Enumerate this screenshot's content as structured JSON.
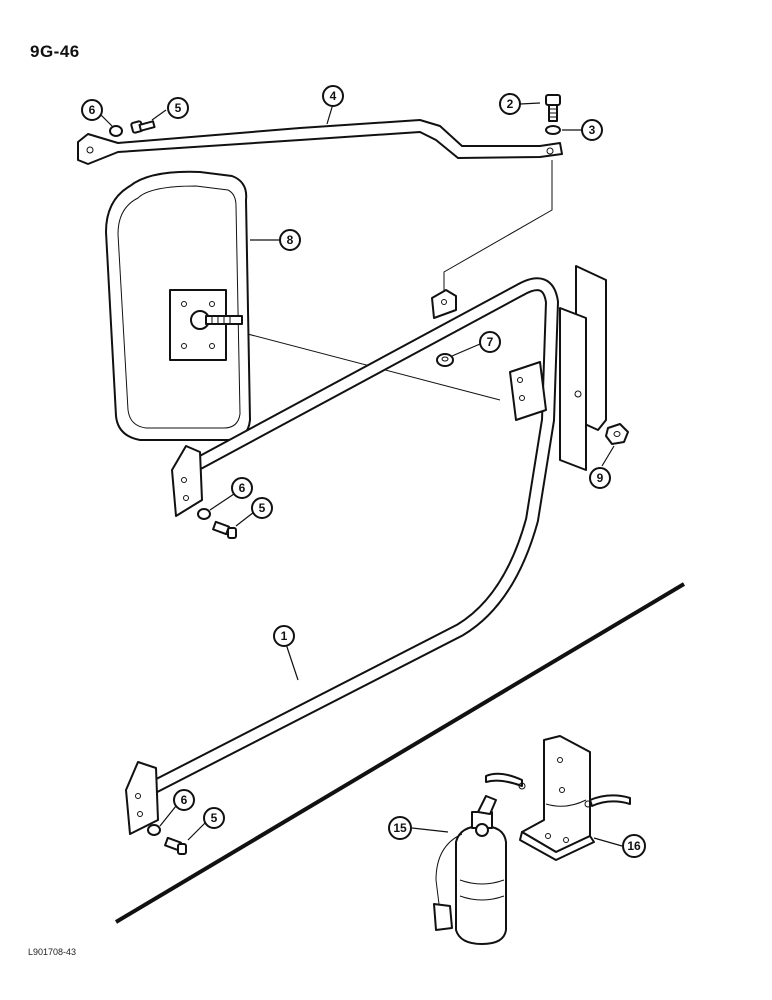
{
  "page": {
    "code": "9G-46",
    "figure_ref": "L901708-43"
  },
  "callouts": {
    "tube_frame": "1",
    "bolt_top": "2",
    "washer_top": "3",
    "upper_brace": "4",
    "bolt_a": "5",
    "bolt_b": "5",
    "bolt_c": "5",
    "washer_a": "6",
    "washer_b": "6",
    "washer_c": "6",
    "nut_center": "7",
    "mirror": "8",
    "nut_right": "9",
    "extinguisher": "15",
    "extinguisher_bracket": "16"
  }
}
